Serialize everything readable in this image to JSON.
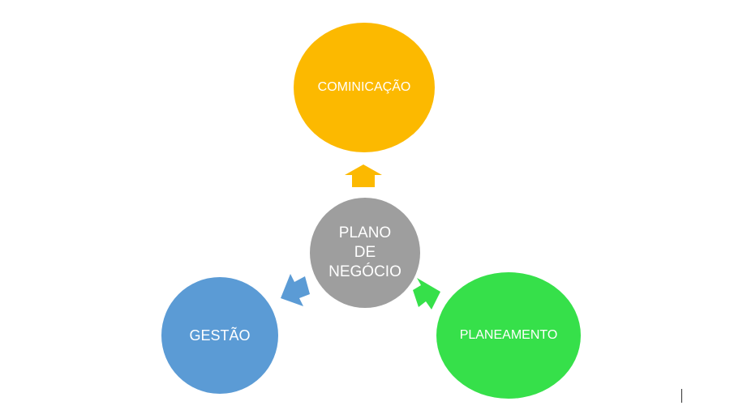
{
  "diagram": {
    "center": {
      "label": "PLANO\nDE\nNEGÓCIO",
      "color": "#9e9e9e"
    },
    "nodes": {
      "top": {
        "label": "COMINICAÇÃO",
        "color": "#fcb900"
      },
      "left": {
        "label": "GESTÃO",
        "color": "#5b9bd5"
      },
      "right": {
        "label": "PLANEAMENTO",
        "color": "#36e04a"
      }
    },
    "edges": [
      {
        "from": "center",
        "to": "top"
      },
      {
        "from": "center",
        "to": "left"
      },
      {
        "from": "center",
        "to": "right"
      }
    ]
  }
}
